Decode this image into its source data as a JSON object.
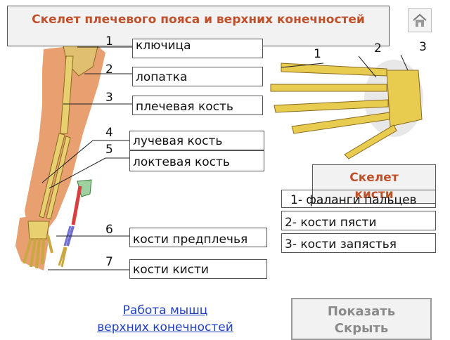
{
  "title": "Скелет плечевого пояса и верхних конечностей",
  "labels": [
    {
      "num": "1",
      "text": "ключица"
    },
    {
      "num": "2",
      "text": "лопатка"
    },
    {
      "num": "3",
      "text": "плечевая кость"
    },
    {
      "num": "4",
      "text": "лучевая кость"
    },
    {
      "num": "5",
      "text": "локтевая кость"
    },
    {
      "num": "6",
      "text": "кости предплечья"
    },
    {
      "num": "7",
      "text": "кости кисти"
    }
  ],
  "hand": {
    "title": "Скелет кисти",
    "numbers": [
      "1",
      "2",
      "3"
    ],
    "items": [
      "1- фаланги пальцев",
      "2- кости пясти",
      "3- кости запястья"
    ]
  },
  "link": {
    "line1": "Работа мышц",
    "line2": "верхних конечностей"
  },
  "toggle": {
    "show": "Показать",
    "hide": "Скрыть"
  }
}
